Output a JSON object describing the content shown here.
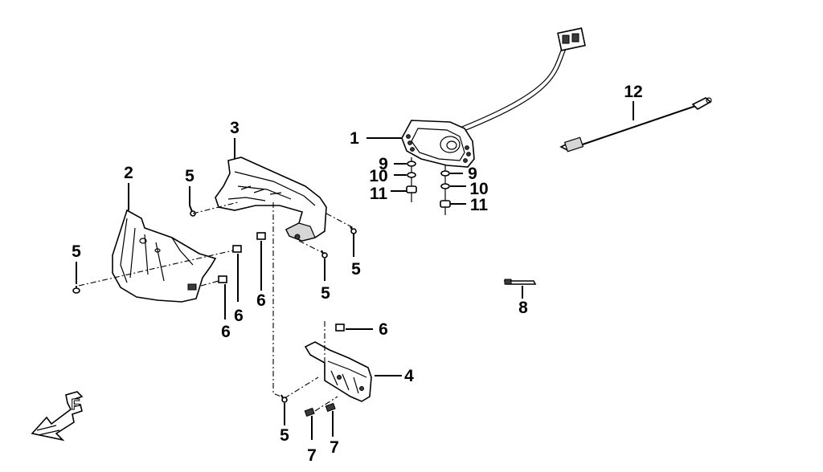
{
  "callouts": [
    {
      "id": "c1",
      "text": "1"
    },
    {
      "id": "c2",
      "text": "2"
    },
    {
      "id": "c3",
      "text": "3"
    },
    {
      "id": "c4",
      "text": "4"
    },
    {
      "id": "c5a",
      "text": "5"
    },
    {
      "id": "c5b",
      "text": "5"
    },
    {
      "id": "c5c",
      "text": "5"
    },
    {
      "id": "c5d",
      "text": "5"
    },
    {
      "id": "c5e",
      "text": "5"
    },
    {
      "id": "c6a",
      "text": "6"
    },
    {
      "id": "c6b",
      "text": "6"
    },
    {
      "id": "c6c",
      "text": "6"
    },
    {
      "id": "c6d",
      "text": "6"
    },
    {
      "id": "c7a",
      "text": "7"
    },
    {
      "id": "c7b",
      "text": "7"
    },
    {
      "id": "c8",
      "text": "8"
    },
    {
      "id": "c9a",
      "text": "9"
    },
    {
      "id": "c9b",
      "text": "9"
    },
    {
      "id": "c10a",
      "text": "10"
    },
    {
      "id": "c10b",
      "text": "10"
    },
    {
      "id": "c11a",
      "text": "11"
    },
    {
      "id": "c11b",
      "text": "11"
    },
    {
      "id": "c12",
      "text": "12"
    }
  ],
  "orientation_marker": {
    "letter": "F",
    "icon": "front-arrow-icon"
  }
}
